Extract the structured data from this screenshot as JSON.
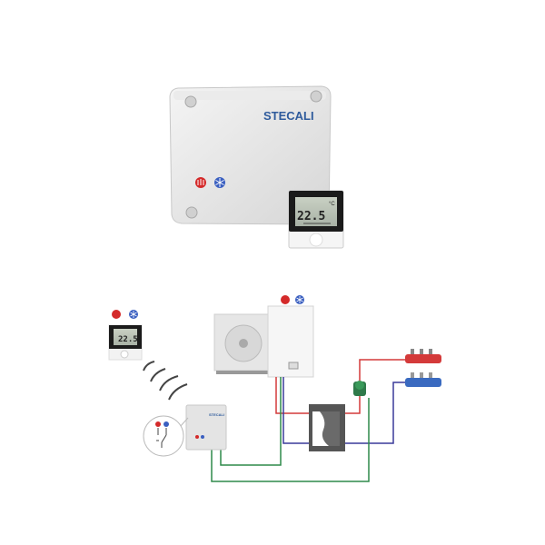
{
  "product": {
    "brand_logo": "STECALI",
    "thermostat_temperature": "22.5",
    "thermostat_unit": "°C"
  },
  "diagram": {
    "thermostat_temperature": "22.5",
    "control_box_logo": "STECALI"
  },
  "colors": {
    "brand_blue": "#2f5b9c",
    "heat_red": "#d42a2a",
    "cool_blue": "#3a5fc0",
    "hot_pipe": "#d43a3a",
    "cold_pipe": "#3a3a9a",
    "wire_green": "#2e8a4a"
  },
  "icons": [
    "heating-icon",
    "cooling-snowflake-icon",
    "wireless-signal-icon",
    "fan-icon",
    "switch-icon"
  ]
}
